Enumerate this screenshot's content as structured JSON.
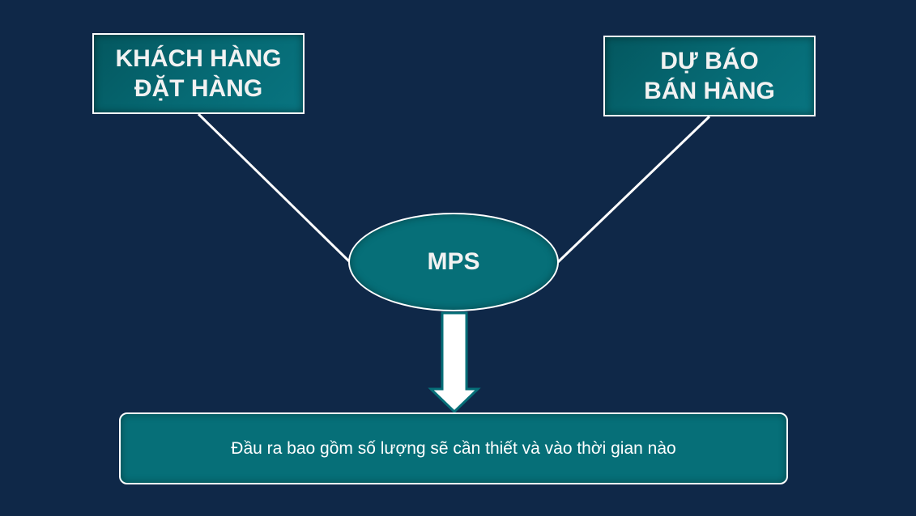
{
  "diagram": {
    "nodes": {
      "customer_orders": {
        "line1": "KHÁCH HÀNG",
        "line2": "ĐẶT HÀNG"
      },
      "sales_forecast": {
        "line1": "DỰ BÁO",
        "line2": "BÁN HÀNG"
      },
      "mps": {
        "label": "MPS"
      },
      "output": {
        "label": "Đầu ra bao gồm số lượng sẽ cần thiết và vào thời gian nào"
      }
    },
    "edges": [
      {
        "from": "customer_orders",
        "to": "mps",
        "type": "line"
      },
      {
        "from": "sales_forecast",
        "to": "mps",
        "type": "line"
      },
      {
        "from": "mps",
        "to": "output",
        "type": "block-arrow-down"
      }
    ],
    "colors": {
      "background": "#0f2848",
      "node_fill": "#066f78",
      "node_border": "#ffffff",
      "text": "#f2f2f2",
      "arrow_fill": "#ffffff",
      "arrow_border": "#066f78"
    }
  }
}
